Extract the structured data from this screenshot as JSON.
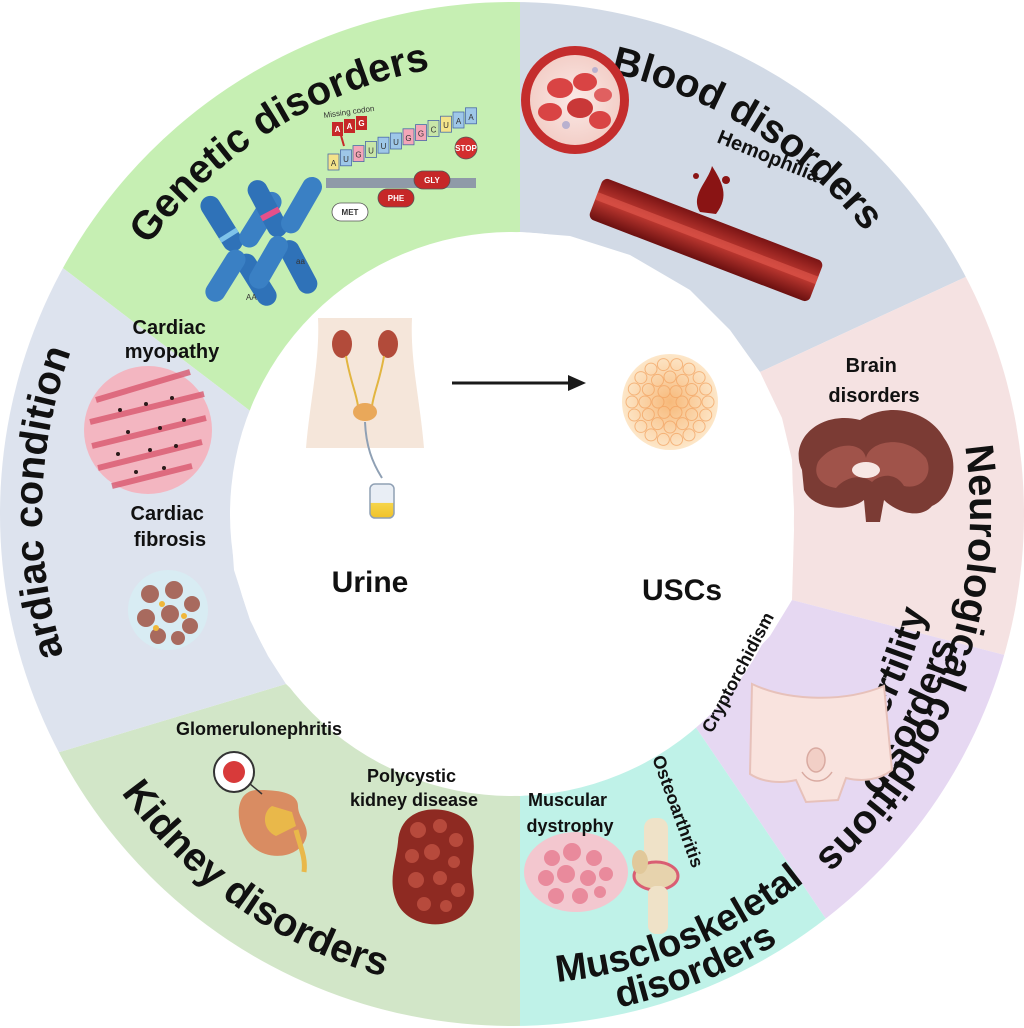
{
  "segments": [
    {
      "id": "genetic",
      "title": "Genetic disorders",
      "color": "#c6efb3"
    },
    {
      "id": "blood",
      "title": "Blood disorders",
      "color": "#d2dae6"
    },
    {
      "id": "neuro",
      "title": "Neurological conditions",
      "color": "#f5e2e2"
    },
    {
      "id": "infertility",
      "title_lines": [
        "Infertility",
        "disorders"
      ],
      "color": "#e6d8f2"
    },
    {
      "id": "musculo",
      "title_lines": [
        "Muscloskeletal",
        "disorders"
      ],
      "color": "#bff2e8"
    },
    {
      "id": "kidney",
      "title": "Kidney disorders",
      "color": "#d2e6c8"
    },
    {
      "id": "cardiac",
      "title": "Cardiac conditions",
      "color": "#dde3ee"
    }
  ],
  "labels": {
    "hemophilia": "Hemophilia",
    "brain_disorders": [
      "Brain",
      "disorders"
    ],
    "cryptorchidism": "Cryptorchidism",
    "osteoarthritis": "Osteoarthritis",
    "muscular_dystrophy": [
      "Muscular",
      "dystrophy"
    ],
    "glomerulonephritis": "Glomerulonephritis",
    "polycystic": [
      "Polycystic",
      "kidney disease"
    ],
    "cardiac_myopathy": [
      "Cardiac",
      "myopathy"
    ],
    "cardiac_fibrosis": [
      "Cardiac",
      "fibrosis"
    ]
  },
  "genetics": {
    "missing_codon": "Missing codon",
    "codon_letters": [
      "A",
      "U",
      "G",
      "U",
      "U",
      "U",
      "G",
      "G",
      "C",
      "U",
      "A",
      "A"
    ],
    "missing_letters": [
      "A",
      "A",
      "G"
    ],
    "amino_acids": [
      "MET",
      "PHE",
      "GLY",
      "STOP"
    ],
    "allele_labels": [
      "AA",
      "aa"
    ]
  },
  "center": {
    "left_label": "Urine",
    "right_label": "USCs"
  }
}
